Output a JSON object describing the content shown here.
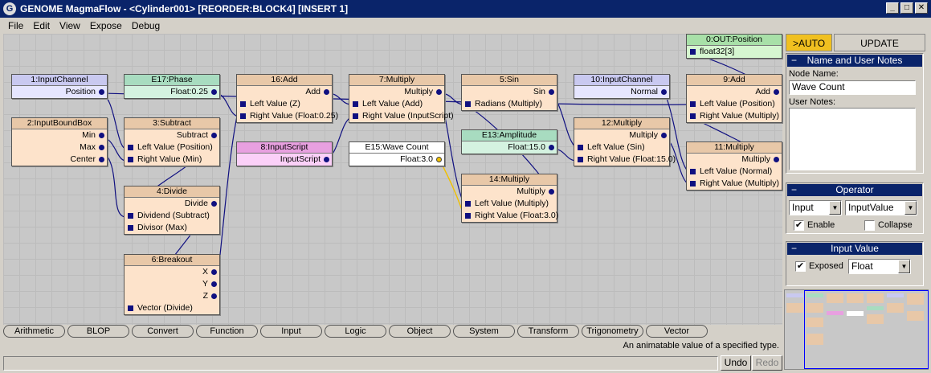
{
  "window": {
    "title": "GENOME MagmaFlow - <Cylinder001> [REORDER:BLOCK4] [INSERT 1]"
  },
  "menu": [
    "File",
    "Edit",
    "View",
    "Expose",
    "Debug"
  ],
  "nodes": {
    "inputchannel1": {
      "title": "1:InputChannel",
      "outputs": [
        "Position"
      ]
    },
    "inputboundbox": {
      "title": "2:InputBoundBox",
      "outputs": [
        "Min",
        "Max",
        "Center"
      ]
    },
    "phase": {
      "title": "E17:Phase",
      "outputs": [
        "Float:0.25"
      ]
    },
    "subtract": {
      "title": "3:Subtract",
      "outputs": [
        "Subtract"
      ],
      "inputs": [
        "Left Value (Position)",
        "Right Value (Min)"
      ]
    },
    "divide": {
      "title": "4:Divide",
      "outputs": [
        "Divide"
      ],
      "inputs": [
        "Dividend (Subtract)",
        "Divisor (Max)"
      ]
    },
    "breakout": {
      "title": "6:Breakout",
      "outputs": [
        "X",
        "Y",
        "Z"
      ],
      "inputs": [
        "Vector (Divide)"
      ]
    },
    "add16": {
      "title": "16:Add",
      "outputs": [
        "Add"
      ],
      "inputs": [
        "Left Value (Z)",
        "Right Value (Float:0.25)"
      ]
    },
    "inputscript": {
      "title": "8:InputScript",
      "outputs": [
        "InputScript"
      ]
    },
    "multiply7": {
      "title": "7:Multiply",
      "outputs": [
        "Multiply"
      ],
      "inputs": [
        "Left Value (Add)",
        "Right Value (InputScript)"
      ]
    },
    "wavecount": {
      "title": "E15:Wave Count",
      "outputs": [
        "Float:3.0"
      ]
    },
    "sin": {
      "title": "5:Sin",
      "outputs": [
        "Sin"
      ],
      "inputs": [
        "Radians (Multiply)"
      ]
    },
    "amplitude": {
      "title": "E13:Amplitude",
      "outputs": [
        "Float:15.0"
      ]
    },
    "multiply14": {
      "title": "14:Multiply",
      "outputs": [
        "Multiply"
      ],
      "inputs": [
        "Left Value (Multiply)",
        "Right Value (Float:3.0)"
      ]
    },
    "inputchannel10": {
      "title": "10:InputChannel",
      "outputs": [
        "Normal"
      ]
    },
    "multiply12": {
      "title": "12:Multiply",
      "outputs": [
        "Multiply"
      ],
      "inputs": [
        "Left Value (Sin)",
        "Right Value (Float:15.0)"
      ]
    },
    "out0": {
      "title": "0:OUT:Position",
      "inputs": [
        "float32[3]"
      ]
    },
    "add9": {
      "title": "9:Add",
      "outputs": [
        "Add"
      ],
      "inputs": [
        "Left Value (Position)",
        "Right Value (Multiply)"
      ]
    },
    "multiply11": {
      "title": "11:Multiply",
      "outputs": [
        "Multiply"
      ],
      "inputs": [
        "Left Value (Normal)",
        "Right Value (Multiply)"
      ]
    }
  },
  "categories": [
    "Arithmetic",
    "BLOP",
    "Convert",
    "Function",
    "Input",
    "Logic",
    "Object",
    "System",
    "Transform",
    "Trigonometry",
    "Vector"
  ],
  "status_text": "An animatable value of a specified type.",
  "undo_label": "Undo",
  "redo_label": "Redo",
  "side": {
    "tab_auto": ">AUTO",
    "tab_update": "UPDATE",
    "names_header": "Name and User Notes",
    "node_name_label": "Node Name:",
    "node_name_value": "Wave Count",
    "user_notes_label": "User Notes:",
    "operator_header": "Operator",
    "operator_category": "Input",
    "operator_type": "InputValue",
    "enable_label": "Enable",
    "enable_checked": true,
    "collapse_label": "Collapse",
    "collapse_checked": false,
    "input_value_header": "Input Value",
    "exposed_label": "Exposed",
    "exposed_checked": true,
    "value_type": "Float"
  },
  "colors": {
    "title_bar": "#0a246a",
    "wire": "#101080",
    "selected_wire": "#f0c000"
  }
}
